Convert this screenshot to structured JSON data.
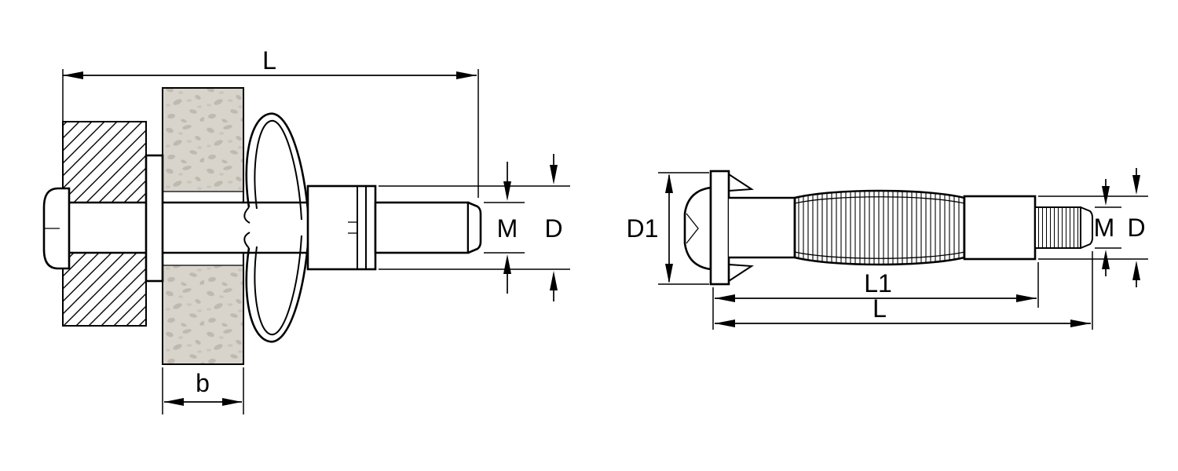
{
  "colors": {
    "line": "#000000",
    "background": "#ffffff",
    "panel_fill": "#d8d4cc",
    "panel_speckle": "#bfbab0"
  },
  "installed_view": {
    "length_label": "L",
    "thickness_label": "b",
    "thread_label": "M",
    "diameter_label": "D"
  },
  "side_view": {
    "head_diameter_label": "D1",
    "thread_label": "M",
    "diameter_label": "D",
    "body_length_label": "L1",
    "length_label": "L"
  }
}
